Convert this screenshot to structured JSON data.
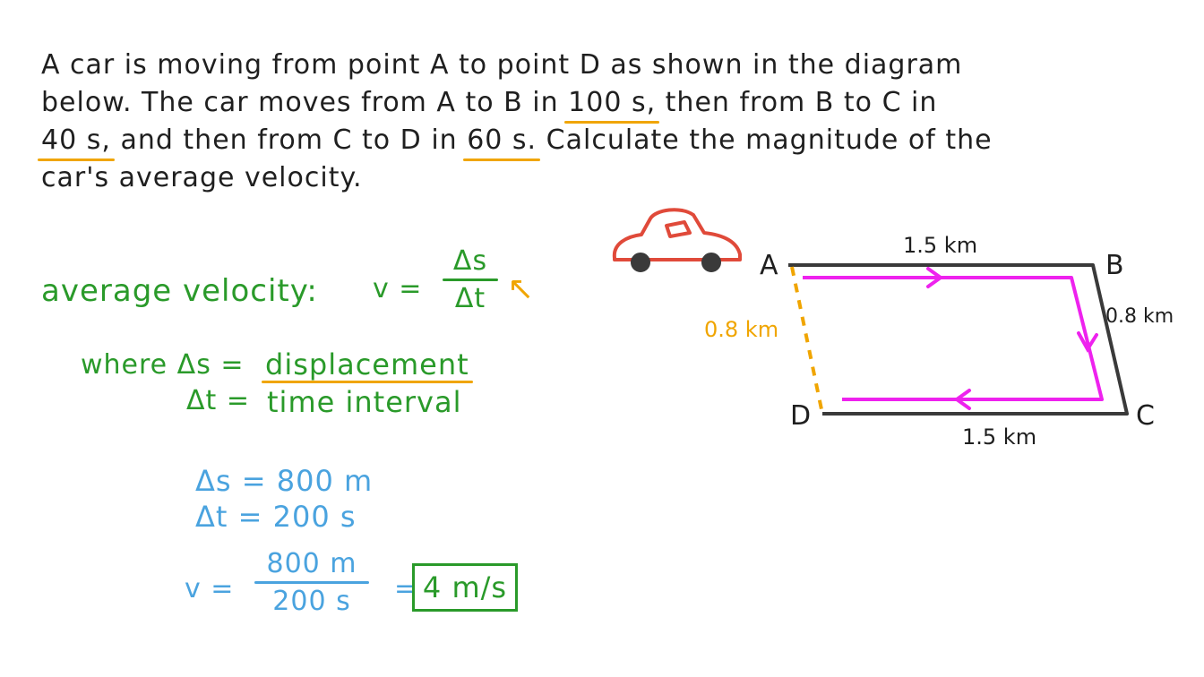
{
  "question": {
    "line1": "A car is moving from point A to point D as shown in the diagram",
    "line2_a": "below. The car moves from A to B in",
    "line2_b": "100 s,",
    "line2_c": "then from B to C in",
    "line3_a": "40 s,",
    "line3_b": "and then from C to D in",
    "line3_c": "60 s.",
    "line3_d": "Calculate the magnitude of the",
    "line4": "car's average velocity."
  },
  "formula": {
    "label": "average velocity:",
    "v": "v =",
    "numerator": "Δs",
    "denominator": "Δt",
    "arrow": "↖"
  },
  "where": {
    "line1_prefix": "where Δs =",
    "line1_def": "displacement",
    "line2_prefix": "Δt =",
    "line2_def": "time interval"
  },
  "values": {
    "ds": "Δs = 800 m",
    "dt": "Δt = 200 s"
  },
  "calc": {
    "v": "v =",
    "numerator": "800 m",
    "denominator": "200 s",
    "equals": "=",
    "answer": "4 m/s"
  },
  "diagram": {
    "A": "A",
    "B": "B",
    "C": "C",
    "D": "D",
    "top": "1.5 km",
    "bottom": "1.5 km",
    "right": "0.8 km",
    "left": "0.8 km",
    "colors": {
      "path": "#ee22ee",
      "outline": "#3a3a3a",
      "car": "#e04a3a",
      "displacement": "#f0a500"
    },
    "icon": "car-icon"
  },
  "colors": {
    "green": "#2a9a2a",
    "blue": "#4aa3df",
    "orange": "#f0a500",
    "text": "#1f1f1f"
  }
}
